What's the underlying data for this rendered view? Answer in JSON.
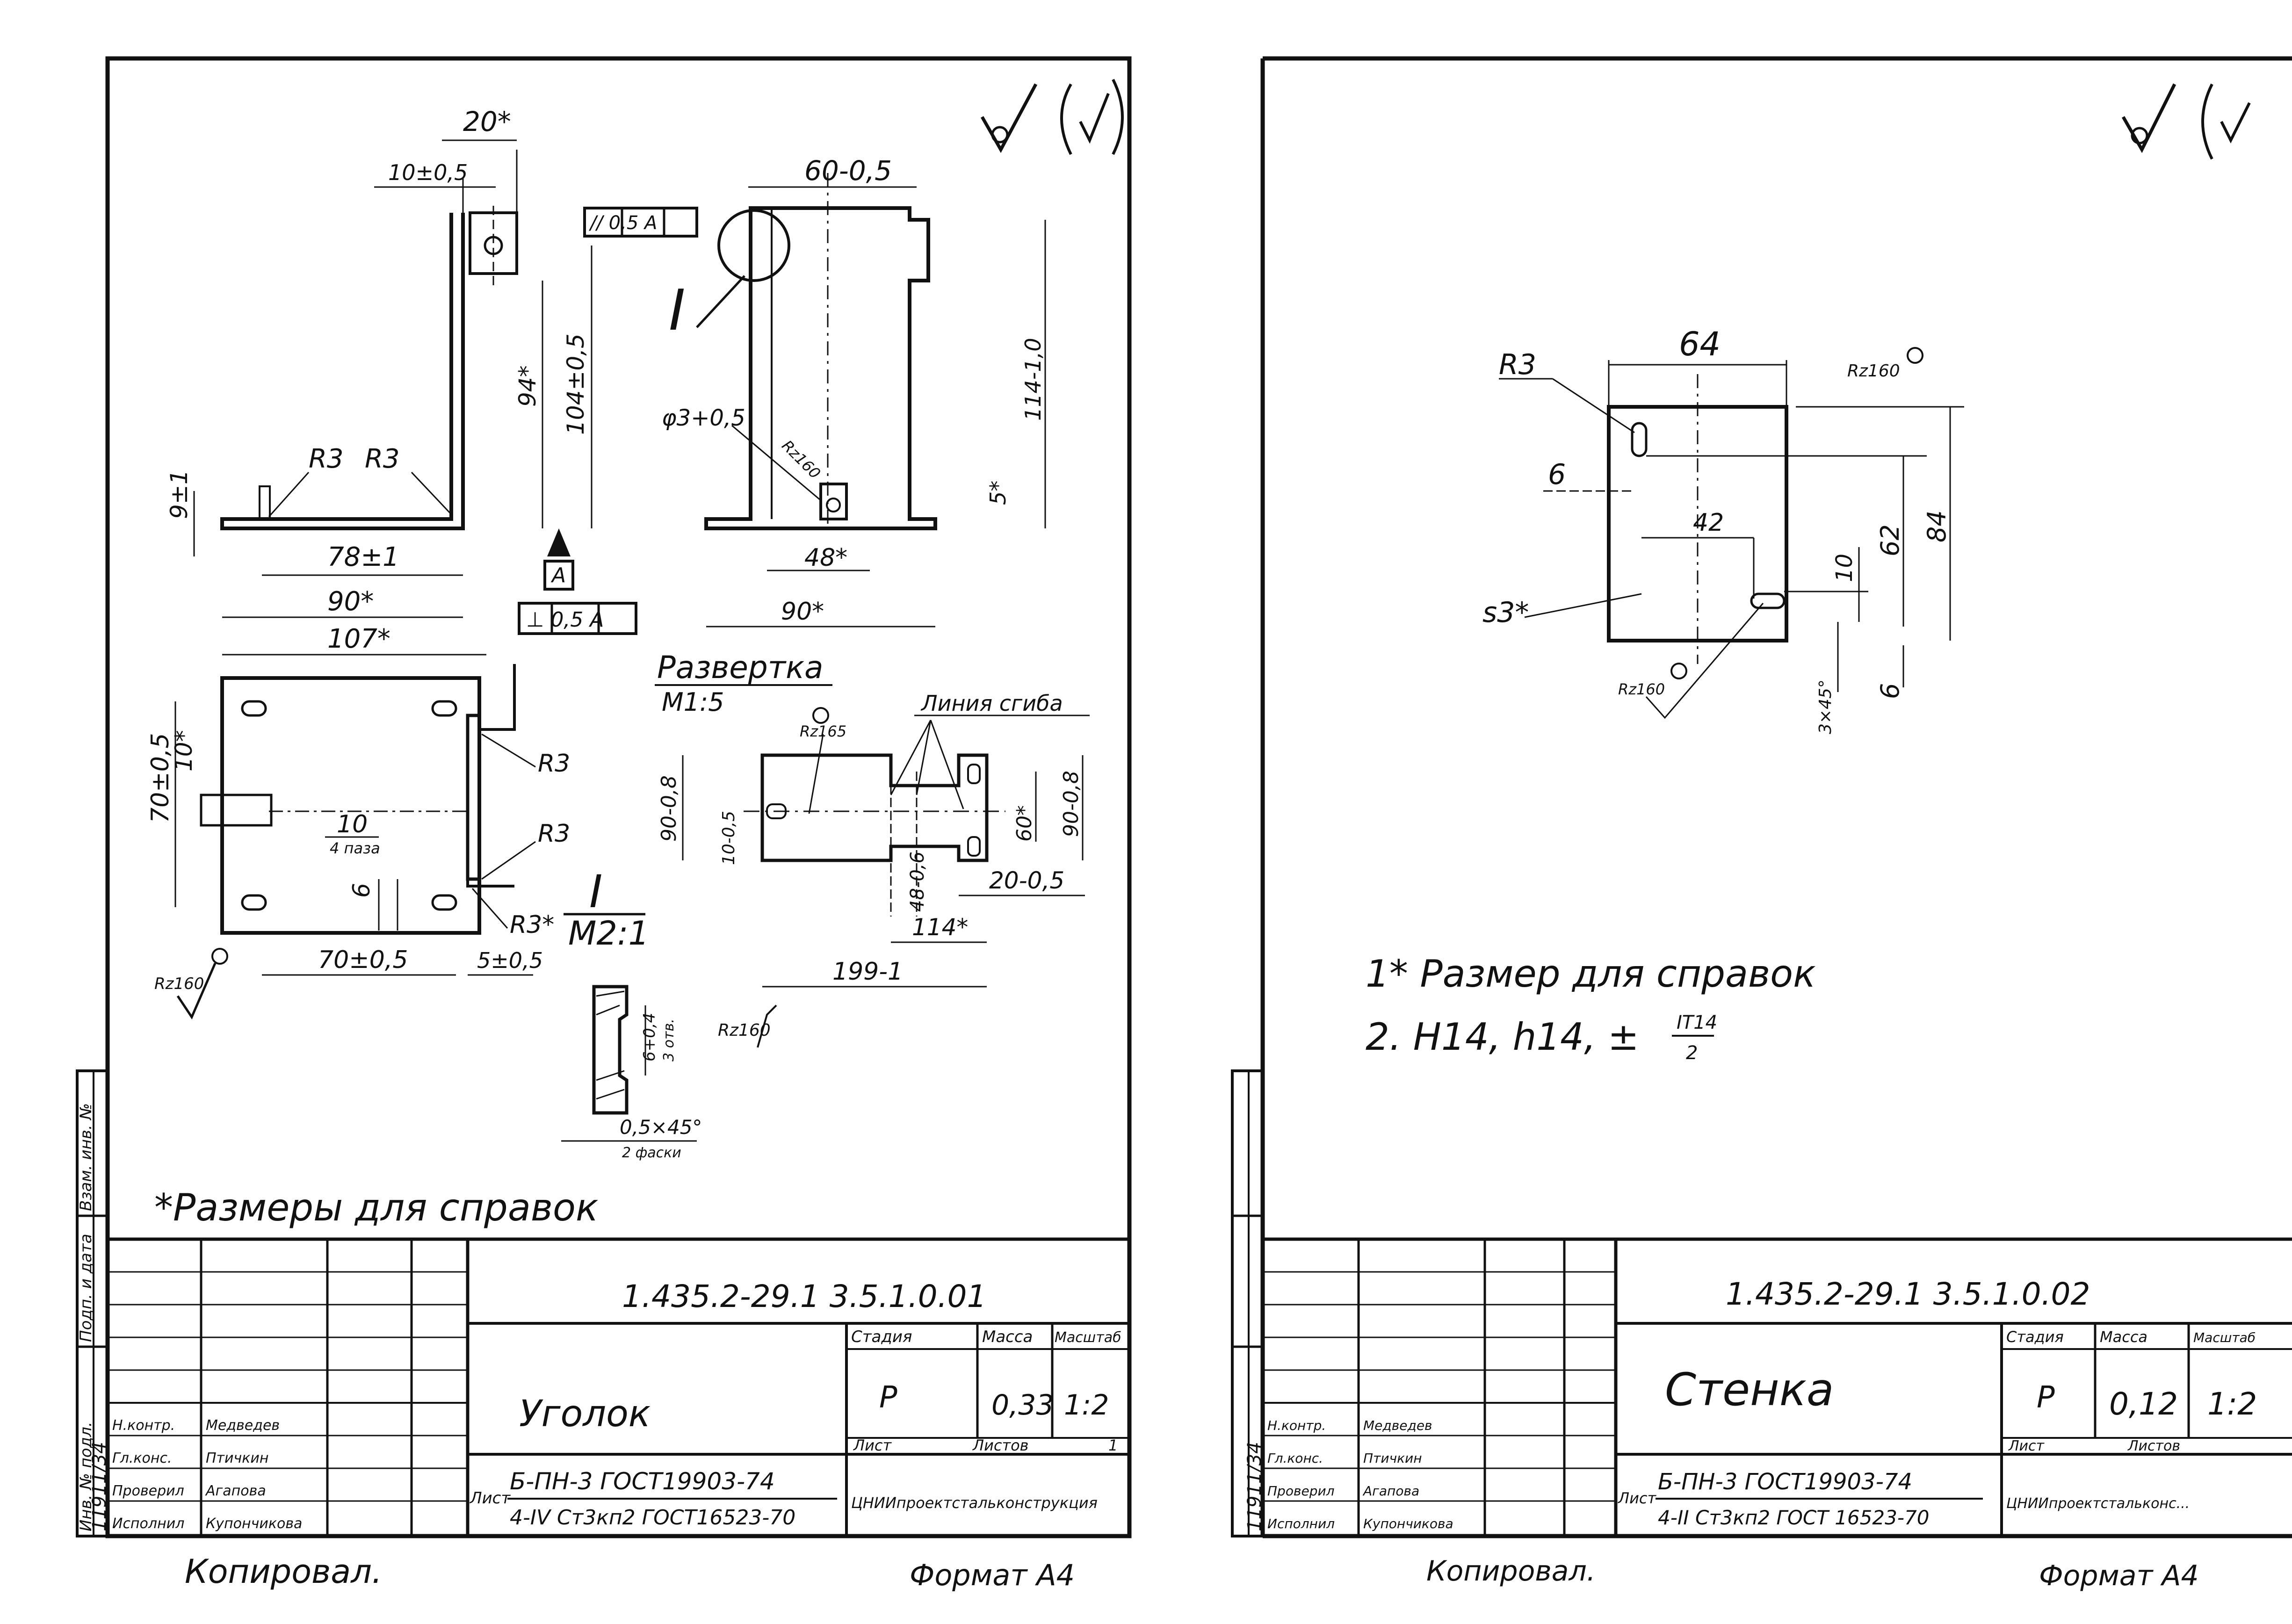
{
  "sheet1": {
    "designation": "1.435.2-29.1  3.5.1.0.01",
    "title": "Уголок",
    "stage_header": "Стадия",
    "mass_header": "Масса",
    "scale_header": "Масштаб",
    "stage": "Р",
    "mass": "0,33",
    "scale": "1:2",
    "sheet_label": "Лист",
    "sheets_label": "Листов",
    "sheets_count": "1",
    "material_line1": "Б-ПН-3 ГОСТ19903-74",
    "material_line2": "4-IV Ст3кп2 ГОСТ16523-70",
    "material_prefix": "Лист",
    "organization": "ЦНИИпроектстальконструкция",
    "note": "*Размеры для справок",
    "copied": "Копировал.",
    "format": "Формат А4",
    "development_title": "Развертка",
    "development_scale": "М1:5",
    "bend_line": "Линия сгиба",
    "detail_scale": "М2:1",
    "signatures": [
      "Н.контр.",
      "Гл.конс.",
      "Проверил",
      "Исполнил"
    ],
    "signature_names": [
      "Медведев",
      "Птичкин",
      "Агапова",
      "Купончикова"
    ],
    "side_labels": [
      "Взам. инв. №",
      "Подп. и дата",
      "Инв. № подл."
    ],
    "side_values": [
      "",
      "",
      "11911/34"
    ],
    "dims": {
      "d20": "20*",
      "d10": "10±0,5",
      "d94": "94*",
      "d104": "104±0,5",
      "d9": "9±1",
      "r3a": "R3",
      "r3b": "R3",
      "d78": "78±1",
      "d90": "90*",
      "d107": "107*",
      "d10b": "10*",
      "d70v": "70±0,5",
      "d10h": "10",
      "d4": "4 паза",
      "d6": "6",
      "d70h": "70±0,5",
      "d5": "5±0,5",
      "r3c": "R3",
      "r3d": "R3",
      "r3e": "R3*",
      "rz160a": "Rz160",
      "tol1": "// 0,5 A",
      "tol2": "⊥ 0,5 A",
      "base": "A",
      "sec": "I",
      "d60": "60-0,5",
      "d114": "114-1,0",
      "phi3": "φ3+0,5",
      "rz160b": "Rz160",
      "d5b": "5*",
      "d48": "48*",
      "d90b": "90*",
      "rz165": "Rz165",
      "d90a": "90-0,8",
      "d10c": "10-0,5",
      "d60b": "60*",
      "d90c": "90-0,8",
      "d48b": "48-0,6",
      "d20b": "20-0,5",
      "d114b": "114*",
      "d199": "199-1",
      "sec2": "I",
      "d6b": "6+0,4",
      "d3": "3 отв.",
      "rz160c": "Rz160",
      "ch": "0,5×45°",
      "ch2": "2 фаски"
    }
  },
  "sheet2": {
    "designation": "1.435.2-29.1    3.5.1.0.02",
    "title": "Стенка",
    "stage_header": "Стадия",
    "mass_header": "Масса",
    "scale_header": "Масштаб",
    "stage": "Р",
    "mass": "0,12",
    "scale": "1:2",
    "sheet_label": "Лист",
    "sheets_label": "Листов",
    "material_line1": "Б-ПН-3  ГОСТ19903-74",
    "material_line2": "4-II Ст3кп2 ГОСТ 16523-70",
    "material_prefix": "Лист",
    "organization": "ЦНИИпроектстальконс...",
    "note1": "1* Размер для справок",
    "note2": "2. Н14, h14, ±",
    "note2_frac_top": "IT14",
    "note2_frac_bot": "2",
    "copied": "Копировал.",
    "format": "Формат А4",
    "signatures": [
      "Н.контр.",
      "Гл.конс.",
      "Проверил",
      "Исполнил"
    ],
    "signature_names": [
      "Медведев",
      "Птичкин",
      "Агапова",
      "Купончикова"
    ],
    "side_values": [
      "",
      "",
      "11911/34"
    ],
    "dims": {
      "d64": "64",
      "r3": "R3",
      "rz160a": "Rz160",
      "d6a": "6",
      "d42": "42",
      "d62": "62",
      "d84": "84",
      "d10": "10",
      "s3": "s3*",
      "rz160b": "Rz160",
      "ch": "3×45°",
      "d6b": "6"
    }
  }
}
